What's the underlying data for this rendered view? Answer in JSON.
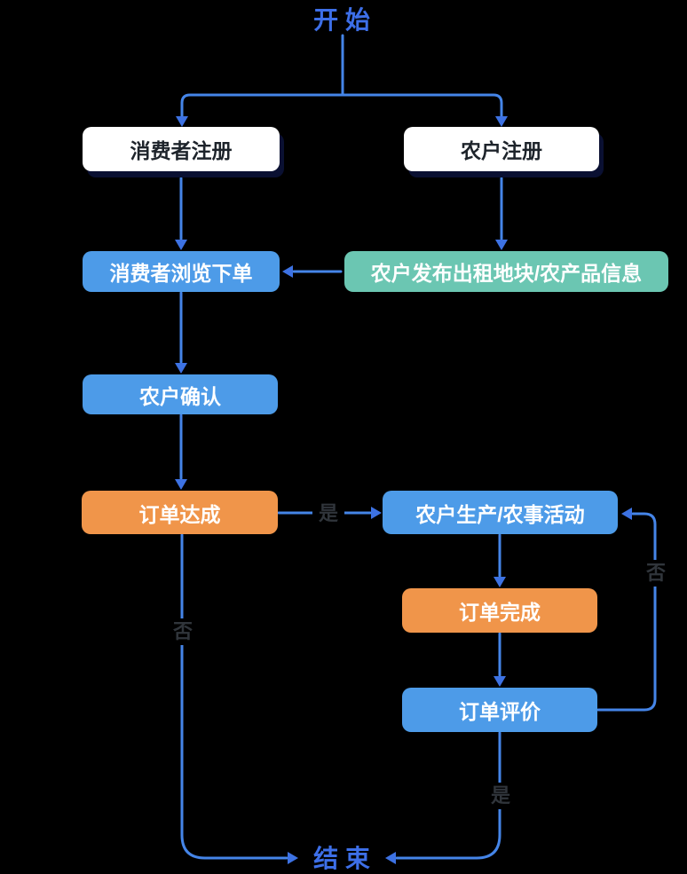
{
  "flowchart": {
    "start_label": "开 始",
    "end_label": "结 束",
    "nodes": {
      "consumer_register": {
        "label": "消费者注册"
      },
      "farmer_register": {
        "label": "农户注册"
      },
      "consumer_browse": {
        "label": "消费者浏览下单"
      },
      "farmer_publish": {
        "label": "农户发布出租地块/农产品信息"
      },
      "farmer_confirm": {
        "label": "农户确认"
      },
      "order_reached": {
        "label": "订单达成"
      },
      "farmer_production": {
        "label": "农户生产/农事活动"
      },
      "order_complete": {
        "label": "订单完成"
      },
      "order_review": {
        "label": "订单评价"
      }
    },
    "edge_labels": {
      "reached_yes": "是",
      "reached_no": "否",
      "review_yes": "是",
      "review_no": "否"
    },
    "colors": {
      "background": "#000000",
      "connector_line": "#4585e8",
      "arrowhead": "#3d72e3",
      "terminal_text": "#3d6fe8",
      "node_blue": "#4d9be8",
      "node_green": "#6bc6b2",
      "node_orange": "#f0954a",
      "node_white_bg": "#ffffff",
      "node_white_text": "#1e242b",
      "white_box_shadow": "#0a1032",
      "edge_label_text": "#30353b"
    }
  }
}
